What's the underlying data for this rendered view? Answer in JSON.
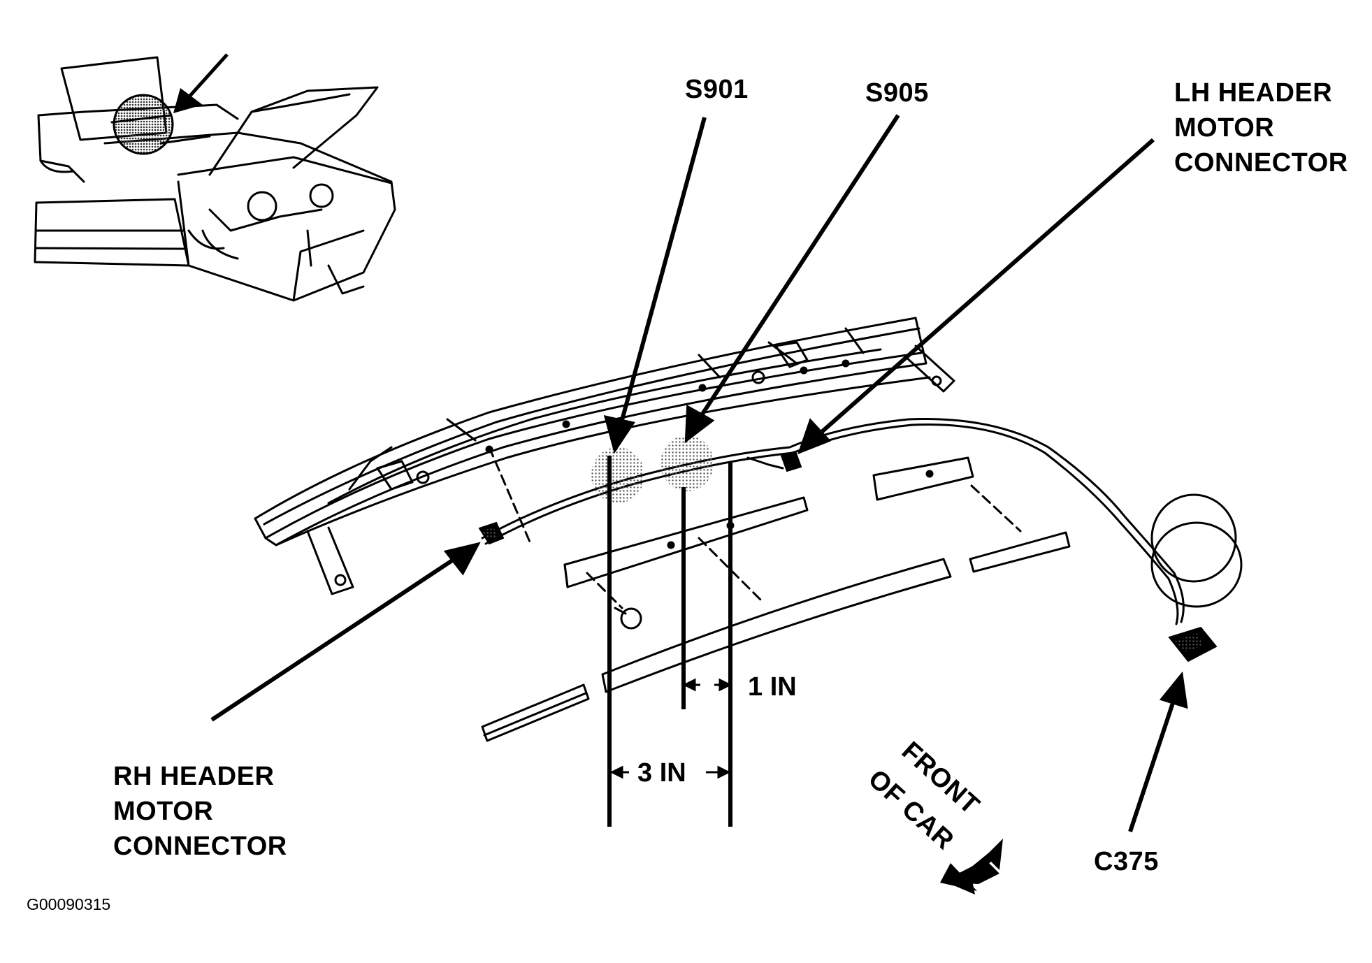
{
  "labels": {
    "s901": "S901",
    "s905": "S905",
    "lh_connector": [
      "LH HEADER",
      "MOTOR",
      "CONNECTOR"
    ],
    "rh_connector": [
      "RH HEADER",
      "MOTOR",
      "CONNECTOR"
    ],
    "c375": "C375",
    "front_of_car": [
      "FRONT",
      "OF CAR"
    ]
  },
  "dimensions": {
    "one_inch": "1 IN",
    "three_inch": "3 IN"
  },
  "figure_code": "G00090315"
}
